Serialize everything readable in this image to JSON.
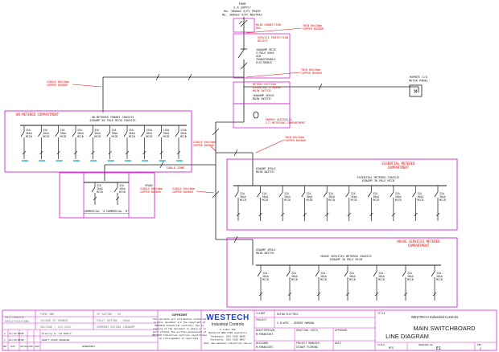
{
  "supply": {
    "line1": "FROM",
    "line2": "S.A SUPPLY",
    "line3": "No. 300mm2 4/PC PHASE",
    "line4": "No. 300mm2 4/PC NEUTRAL"
  },
  "main_connection": {
    "line1": "MAIN CONNECTION",
    "line2": "BOX"
  },
  "protection": {
    "title1": "SERVICE PROTECTION",
    "title2": "DEVICE",
    "line1": "1600AMP MCCB",
    "line2": "3 POLE 50kA",
    "line3": "ACB",
    "line4": "TRANSFERABLE",
    "line5": "ELECTRONIC"
  },
  "busbar_notes": [
    {
      "line1": "TWIN 60x10mm",
      "line2": "COPPER BUSBAR"
    },
    {
      "line1": "TWIN 60x10mm",
      "line2": "COPPER BUSBAR"
    },
    {
      "line1": "SINGLE 60x10mm",
      "line2": "COPPER BUSBAR"
    },
    {
      "line1": "SINGLE 60x10mm",
      "line2": "COPPER BUSBAR"
    },
    {
      "line1": "TWIN 60x10mm",
      "line2": "COPPER BUSBAR"
    },
    {
      "line1": "SINGLE 60x10mm",
      "line2": "COPPER BUSBAR"
    },
    {
      "line1": "SINGLE 60x10mm",
      "line2": "COPPER BUSBAR"
    }
  ],
  "meters_section": {
    "title1": "METERS SECTION",
    "title2": "ESSENTIAL & HOUSE",
    "title3": "MAIN SWITCH",
    "line1": "1600AMP 3POLE",
    "line2": "MAIN SWITCH"
  },
  "energy_note": {
    "line1": "ENERGY AUSTRALIA",
    "line2": "C/T METERING COMPARTMENT"
  },
  "remote_meter": {
    "line1": "REMOTE C/A",
    "line2": "METER PANEL",
    "symbol": "M"
  },
  "unmetered": {
    "title": "UN-METERED COMPARTMENT",
    "chassis1": "UN-METERED TENANT CHASSIS",
    "chassis2": "630AMP 30 POLE MCCB CHASSIS",
    "breakers": [
      {
        "r1": "32A",
        "r2": "36kA",
        "r3": "MCCB"
      },
      {
        "r1": "32A",
        "r2": "36kA",
        "r3": "MCCB"
      },
      {
        "r1": "32A",
        "r2": "36kA",
        "r3": "MCCB"
      },
      {
        "r1": "32A",
        "r2": "36kA",
        "r3": "MCCB"
      },
      {
        "r1": "32A",
        "r2": "36kA",
        "r3": "MCCB"
      },
      {
        "r1": "32A",
        "r2": "36kA",
        "r3": "MCCB"
      },
      {
        "r1": "32A",
        "r2": "36kA",
        "r3": "MCCB"
      },
      {
        "r1": "125A",
        "r2": "36kA",
        "r3": "MCCB"
      },
      {
        "r1": "125A",
        "r2": "36kA",
        "r3": "MCCB"
      },
      {
        "r1": "125A",
        "r2": "36kA",
        "r3": "MCCB"
      }
    ],
    "cable_zone": "CABLE ZONE"
  },
  "small_chassis": {
    "breakers": [
      {
        "r1": "32A",
        "r2": "36kA",
        "r3": "MCCB"
      },
      {
        "r1": "32A",
        "r2": "36kA",
        "r3": "MCCB"
      }
    ],
    "label1": "COMMERCIAL 'A'",
    "label2": "COMMERCIAL 'B'",
    "spare": "SPARE"
  },
  "essential": {
    "title1": "ESSENTIAL METERED",
    "title2": "COMPARTMENT",
    "switch1": "630AMP 3POLE",
    "switch2": "MAIN SWITCH",
    "chassis1": "ESSENTIAL METERED CHASSIS",
    "chassis2": "630AMP 30 POLE MCCB",
    "breakers": [
      {
        "r1": "32A",
        "r2": "36kA",
        "r3": "MCCB"
      },
      {
        "r1": "32A",
        "r2": "36kA",
        "r3": "MCCB"
      },
      {
        "r1": "32A",
        "r2": "36kA",
        "r3": "MCCB"
      },
      {
        "r1": "32A",
        "r2": "36kA",
        "r3": "MCCB"
      },
      {
        "r1": "32A",
        "r2": "36kA",
        "r3": "MCCB"
      },
      {
        "r1": "32A",
        "r2": "36kA",
        "r3": "MCCB"
      },
      {
        "r1": "32A",
        "r2": "36kA",
        "r3": "MCCB"
      },
      {
        "r1": "32A",
        "r2": "36kA",
        "r3": "MCCB"
      },
      {
        "r1": "32A",
        "r2": "36kA",
        "r3": "MCCB"
      },
      {
        "r1": "32A",
        "r2": "36kA",
        "r3": "MCCB"
      }
    ]
  },
  "house": {
    "title1": "HOUSE SERVICES METERED",
    "title2": "COMPARTMENT",
    "switch1": "630AMP 3POLE",
    "switch2": "MAIN SWITCH",
    "chassis1": "HOUSE SERVICES METERED CHASSIS",
    "chassis2": "630AMP 30 POLE MCCB",
    "breakers": [
      {
        "r1": "32A",
        "r2": "36kA",
        "r3": "MCCB"
      },
      {
        "r1": "32A",
        "r2": "36kA",
        "r3": "MCCB"
      },
      {
        "r1": "32A",
        "r2": "36kA",
        "r3": "MCCB"
      },
      {
        "r1": "32A",
        "r2": "36kA",
        "r3": "MCCB"
      },
      {
        "r1": "32A",
        "r2": "36kA",
        "r3": "MCCB"
      },
      {
        "r1": "32A",
        "r2": "36kA",
        "r3": "MCCB"
      },
      {
        "r1": "32A",
        "r2": "36kA",
        "r3": "MCCB"
      }
    ]
  },
  "title_block": {
    "spec_label1": "SWITCHBOARD",
    "spec_label2": "SPECIFICATIONS",
    "form": "FORM  3BH",
    "ip_rating": "IP RATING : 54",
    "colour": "COLOUR  X9 ORANGE",
    "fault_rating": "FAULT RATING : 50kA",
    "voltage": "VOLTAGE : 415 VOLT",
    "current_rating": "CURRENT RATING 1600AMP",
    "revisions": [
      {
        "rev": "2",
        "date": "21/10/08",
        "by": "MP",
        "desc": "Drawing to \"AS BUILT\""
      },
      {
        "rev": "1",
        "date": "02/10/08",
        "by": "MP",
        "desc": "DRAFT ISSUE DRAWING"
      }
    ],
    "rev_headers": [
      "REV",
      "DATE",
      "INITIAL",
      "CHKD",
      "APPD",
      "AMENDMENT"
    ],
    "copyright_title": "COPYRIGHT",
    "copyright_text": [
      "The concepts and information contained",
      "in this document are the copyright of",
      "WESTECH Industrial Controls. Use or",
      "copying of the document in whole or in",
      "part without the written permission of",
      "WESTECH Industrial Controls constitutes",
      "an infringement of copyright."
    ],
    "company": "WESTECH",
    "company_sub": "Industrial Controls",
    "address": [
      "P.O Box 306",
      "Bathurst NSW 2795 Australia",
      "Telephone: (02) 6332 6666",
      "Facsimile: (02) 6332 6667",
      "Web: www.westech-industrial.com.au"
    ],
    "client_label": "CLIENT",
    "client": "EATON ELECTRIC",
    "project_label": "PROJECT",
    "project": "S.B.WTEC - GEORGE MAROUN",
    "draftsperson_label": "DRAFTSPERSON",
    "draftsperson": "M.PURAKISHI",
    "drafting_check_label": "DRAFTING CHECK",
    "approved_label": "APPROVED",
    "designed_label": "DESIGNED",
    "designed": "M.PURAKISHI",
    "pm_label": "PROJECT MANAGER",
    "pm": "STUART FLEMING",
    "date_label": "DATE",
    "title_label": "TITLE",
    "title_company": "WESTECH Industrial Controls",
    "title_main": "MAIN SWITCHBOARD",
    "title_sub": "LINE DIAGRAM",
    "scale_label": "SCALE",
    "scale": "NTS",
    "drawing_no_label": "DRAWING No.",
    "drawing_no": "E1",
    "rev_label": "REV",
    "rev": "2"
  },
  "colors": {
    "line": "#1a1a1a",
    "magenta": "#d12ad1",
    "red": "#e01010",
    "cyan": "#19b7c7",
    "blue": "#1a3fd1"
  }
}
